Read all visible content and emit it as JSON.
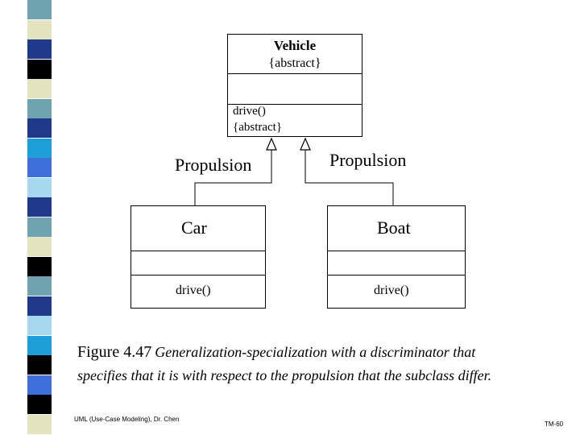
{
  "strip_colors": [
    "#6fa3b0",
    "#e3e3bf",
    "#1f3a8a",
    "#000000",
    "#e3e3bf",
    "#6fa3b0",
    "#1f3a8a",
    "#1f9fd8",
    "#3f6fd8",
    "#a6d8ef",
    "#1f3a8a",
    "#6fa3b0",
    "#e3e3bf",
    "#000000",
    "#6fa3b0",
    "#1f3a8a",
    "#a6d8ef",
    "#1f9fd8",
    "#000000",
    "#3f6fd8",
    "#000000",
    "#e3e3bf"
  ],
  "vehicle": {
    "name": "Vehicle",
    "stereotype": "{abstract}",
    "op_name": "drive()",
    "op_stereo": "{abstract}"
  },
  "car": {
    "name": "Car",
    "op": "drive()"
  },
  "boat": {
    "name": "Boat",
    "op": "drive()"
  },
  "left_discriminator": "Propulsion",
  "right_discriminator": "Propulsion",
  "caption": {
    "fig_label": "Figure 4.47",
    "line1_rest": "Generalization-specialization with a discriminator that",
    "line2": "specifies that it is with respect to the propulsion that the subclass differ."
  },
  "footer": {
    "left": "UML (Use-Case Modeling), Dr. Chen",
    "right": "TM-60"
  }
}
